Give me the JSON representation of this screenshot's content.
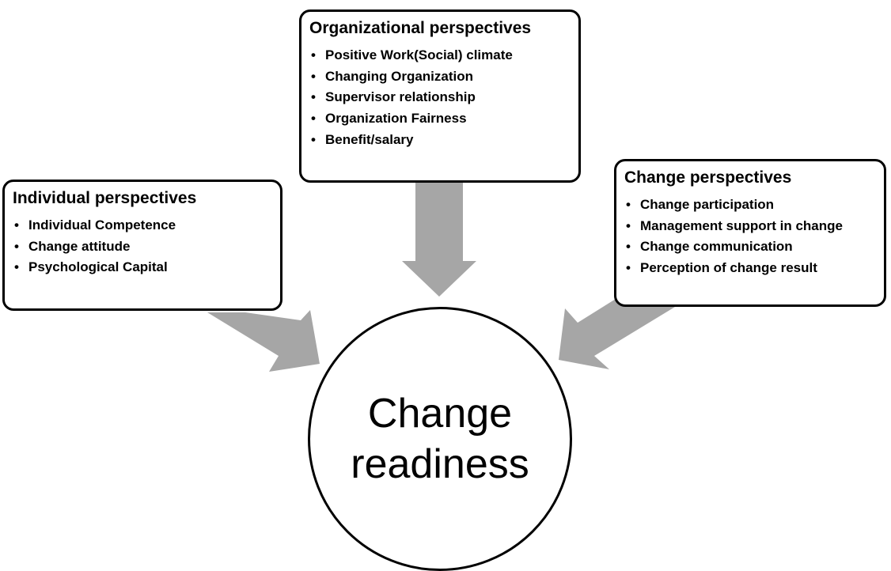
{
  "colors": {
    "arrow": "#a6a6a6",
    "border": "#000000",
    "background": "#ffffff"
  },
  "center": {
    "label": "Change readiness"
  },
  "individual": {
    "title": "Individual perspectives",
    "items": [
      "Individual Competence",
      "Change attitude",
      "Psychological Capital"
    ]
  },
  "organizational": {
    "title": "Organizational perspectives",
    "items": [
      "Positive Work(Social) climate",
      "Changing Organization",
      "Supervisor relationship",
      "Organization Fairness",
      "Benefit/salary"
    ]
  },
  "change": {
    "title": "Change perspectives",
    "items": [
      "Change participation",
      "Management support in change",
      "Change communication",
      "Perception of change result"
    ]
  }
}
